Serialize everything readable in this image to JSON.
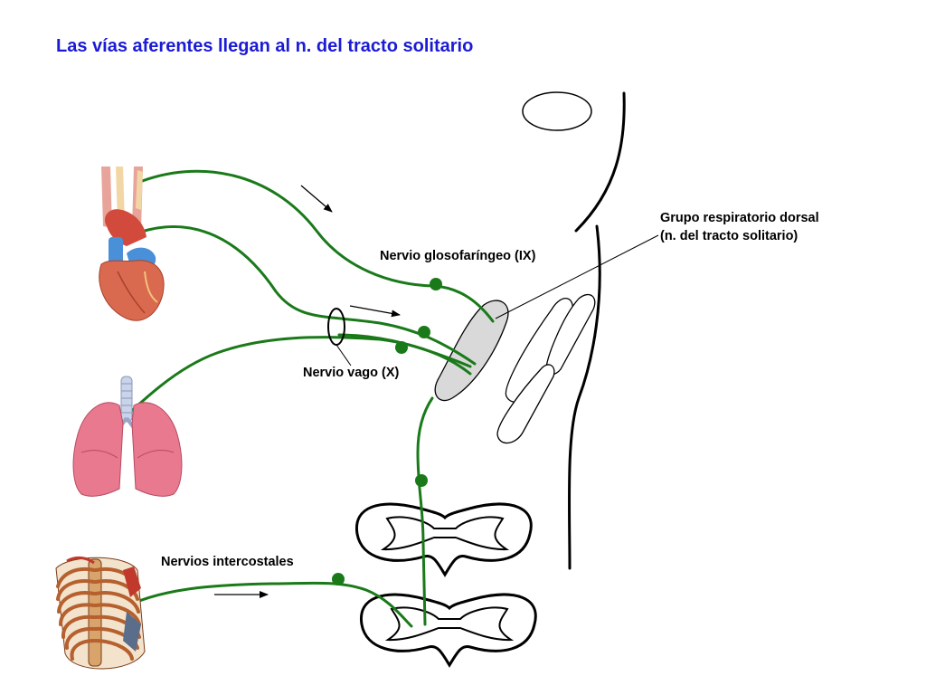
{
  "title": "Las vías aferentes llegan al n. del tracto solitario",
  "labels": {
    "glossopharyngeal": "Nervio glosofaríngeo (IX)",
    "vagus": "Nervio vago (X)",
    "intercostal": "Nervios intercostales",
    "dorsal_group": "Grupo respiratorio dorsal (n. del tracto solitario)"
  },
  "colors": {
    "title": "#1b1bd6",
    "nerve": "#1a7a1a",
    "nucleus_fill": "#d9d9d9",
    "heart": "#d96a4f",
    "lung": "#e8798f",
    "ribcage": "#b5602e"
  },
  "icons": [
    "heart-illustration",
    "lungs-illustration",
    "ribcage-illustration"
  ]
}
